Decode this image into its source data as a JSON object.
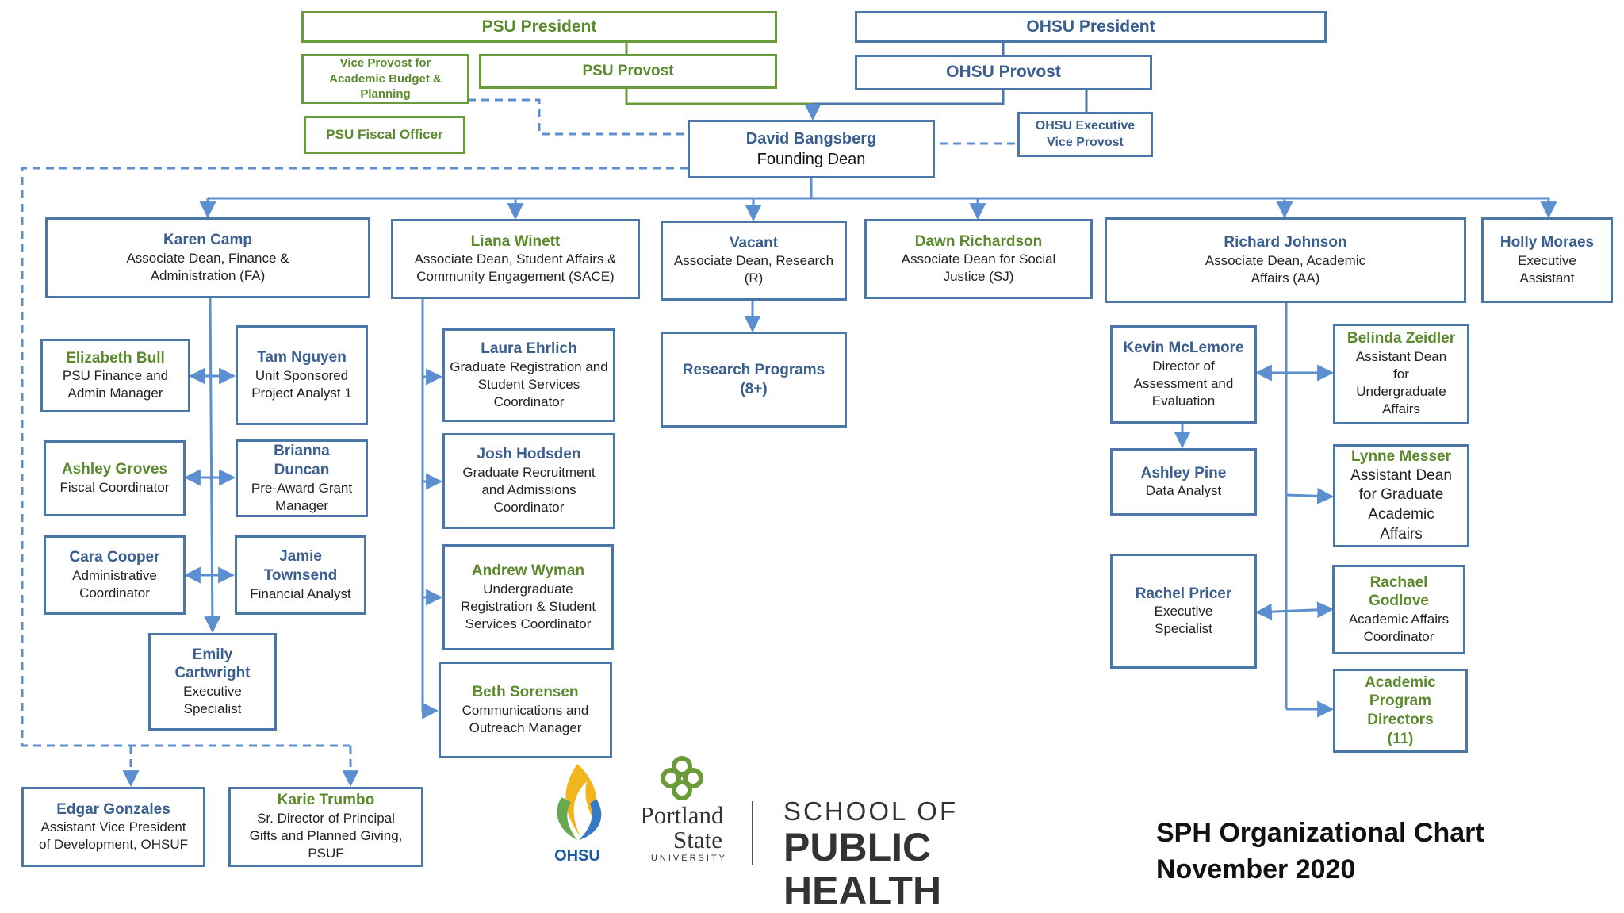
{
  "top": {
    "psu_president": "PSU President",
    "ohsu_president": "OHSU President",
    "vp_budget": "Vice Provost for Academic Budget & Planning",
    "psu_provost": "PSU Provost",
    "ohsu_provost": "OHSU Provost",
    "psu_fiscal": "PSU Fiscal Officer",
    "ohsu_evp": "OHSU Executive Vice Provost"
  },
  "dean": {
    "name": "David Bangsberg",
    "title": "Founding Dean"
  },
  "associate_deans": [
    {
      "name": "Karen Camp",
      "title": "Associate Dean, Finance & Administration (FA)"
    },
    {
      "name": "Liana Winett",
      "title": "Associate Dean, Student Affairs & Community Engagement (SACE)"
    },
    {
      "name": "Vacant",
      "title": "Associate Dean, Research (R)"
    },
    {
      "name": "Dawn Richardson",
      "title": "Associate Dean for Social Justice (SJ)"
    },
    {
      "name": "Richard Johnson",
      "title": "Associate Dean, Academic Affairs (AA)"
    },
    {
      "name": "Holly Moraes",
      "title": "Executive Assistant"
    }
  ],
  "fa_staff": [
    {
      "name": "Elizabeth Bull",
      "title": "PSU Finance and Admin Manager"
    },
    {
      "name": "Tam Nguyen",
      "title": "Unit Sponsored Project Analyst 1"
    },
    {
      "name": "Ashley Groves",
      "title": "Fiscal Coordinator"
    },
    {
      "name": "Brianna Duncan",
      "title": "Pre-Award Grant Manager"
    },
    {
      "name": "Cara Cooper",
      "title": "Administrative Coordinator"
    },
    {
      "name": "Jamie Townsend",
      "title": "Financial Analyst"
    },
    {
      "name": "Emily Cartwright",
      "title": "Executive Specialist"
    }
  ],
  "sace_staff": [
    {
      "name": "Laura Ehrlich",
      "title": "Graduate Registration and Student Services Coordinator"
    },
    {
      "name": "Josh Hodsden",
      "title": "Graduate Recruitment and Admissions Coordinator"
    },
    {
      "name": "Andrew Wyman",
      "title": "Undergraduate Registration & Student Services Coordinator"
    },
    {
      "name": "Beth Sorensen",
      "title": "Communications and Outreach Manager"
    }
  ],
  "research": {
    "label": "Research Programs (8+)"
  },
  "aa_staff": [
    {
      "name": "Kevin McLemore",
      "title": "Director of Assessment and Evaluation"
    },
    {
      "name": "Ashley Pine",
      "title": "Data Analyst"
    },
    {
      "name": "Rachel Pricer",
      "title": "Executive Specialist"
    },
    {
      "name": "Belinda Zeidler",
      "title": "Assistant Dean for Undergraduate Affairs"
    },
    {
      "name": "Lynne Messer",
      "title": "Assistant Dean for Graduate Academic Affairs"
    },
    {
      "name": "Rachael Godlove",
      "title": "Academic Affairs Coordinator"
    },
    {
      "name": "Academic Program Directors (11)",
      "title": ""
    }
  ],
  "development": [
    {
      "name": "Edgar Gonzales",
      "title": "Assistant Vice President of Development, OHSUF"
    },
    {
      "name": "Karie Trumbo",
      "title": "Sr. Director of Principal Gifts and Planned Giving, PSUF"
    }
  ],
  "logos": {
    "ohsu": "OHSU",
    "psu_line1": "Portland",
    "psu_line2": "State",
    "psu_line3": "UNIVERSITY",
    "sph_line1": "SCHOOL OF",
    "sph_line2": "PUBLIC HEALTH"
  },
  "footer": {
    "line1": "SPH Organizational Chart",
    "line2": "November 2020"
  },
  "colors": {
    "blue": "#4a76a8",
    "name_blue": "#3a5f8f",
    "green": "#6b9a3a",
    "name_green": "#5b8a2e",
    "connector": "#5b8fd0"
  }
}
